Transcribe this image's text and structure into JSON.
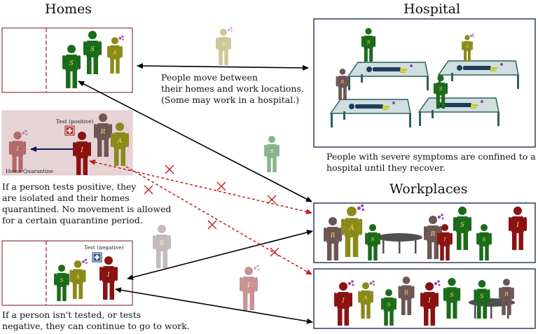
{
  "titles": {
    "homes": "Homes",
    "hospital": "Hospital",
    "workplaces": "Workplaces"
  },
  "captions": {
    "movement": "People move between\ntheir homes and work locations.\n(Some may work in a hospital.)",
    "hospital": "People with severe symptoms are confined to a\nhospital until they recover.",
    "quarantine": "If a person tests positive, they\nare isolated and their homes\nquarantined. No movement is allowed\nfor a certain quarantine period.",
    "negative": "If a person isn't tested, or tests\nnegative, they can continue to go to work."
  },
  "labels": {
    "test_positive": "Test (positive)",
    "test_negative": "Test (negative)",
    "home_quarantine": "Home Quarantine"
  },
  "states": {
    "S": "S",
    "A": "A",
    "I": "I",
    "R": "R"
  },
  "colors": {
    "S": "#1a6b1a",
    "A": "#8a8a1a",
    "I": "#8b1212",
    "R": "#6e5656",
    "spore": "#a040b0",
    "quarantine_bg": "#e6d3d6",
    "house_border": "#8b3a3a",
    "hospital_border": "#1f2f5a",
    "bed": "#cfdedf",
    "bed_frame": "#2f5f5f",
    "blocked_arrow": "#c02020",
    "arrow": "#000000",
    "plus_positive": "#c82020",
    "plus_negative": "#1f5aa0"
  }
}
